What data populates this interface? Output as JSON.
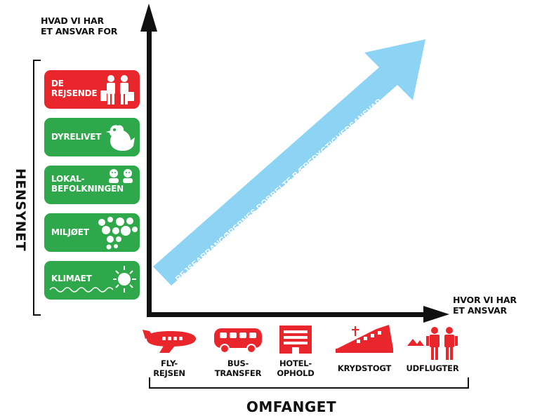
{
  "axes": {
    "y_title_line1": "HVAD VI HAR",
    "y_title_line2": "ET ANSVAR FOR",
    "x_title_line1": "HVOR VI HAR",
    "x_title_line2": "ET ANSVAR",
    "side_label": "HENSYNET",
    "bottom_label": "OMFANGET"
  },
  "arrow_text": "REJSEARRANGØRERNES DOBBELTE BÆREDYGTIGHEDSANSVAR",
  "considerations": [
    {
      "line1": "DE",
      "line2": "REJSENDE",
      "icon": "travelers-icon",
      "color": "#e8262b"
    },
    {
      "line1": "DYRELIVET",
      "line2": "",
      "icon": "bird-icon",
      "color": "#2ea84a"
    },
    {
      "line1": "LOKAL-",
      "line2": "BEFOLKNINGEN",
      "icon": "locals-icon",
      "color": "#2ea84a"
    },
    {
      "line1": "MILJØET",
      "line2": "",
      "icon": "bubbles-icon",
      "color": "#2ea84a"
    },
    {
      "line1": "KLIMAET",
      "line2": "",
      "icon": "sun-icon",
      "color": "#2ea84a"
    }
  ],
  "scope": [
    {
      "line1": "FLY-",
      "line2": "REJSEN",
      "icon": "airplane-icon"
    },
    {
      "line1": "BUS-",
      "line2": "TRANSFER",
      "icon": "bus-icon"
    },
    {
      "line1": "HOTEL-",
      "line2": "OPHOLD",
      "icon": "hotel-icon"
    },
    {
      "line1": "KRYDSTOGT",
      "line2": "",
      "icon": "cruise-ship-icon"
    },
    {
      "line1": "UDFLUGTER",
      "line2": "",
      "icon": "excursion-icon"
    }
  ],
  "colors": {
    "red": "#e8262b",
    "green": "#2ea84a",
    "arrow": "#8dd3f4"
  }
}
